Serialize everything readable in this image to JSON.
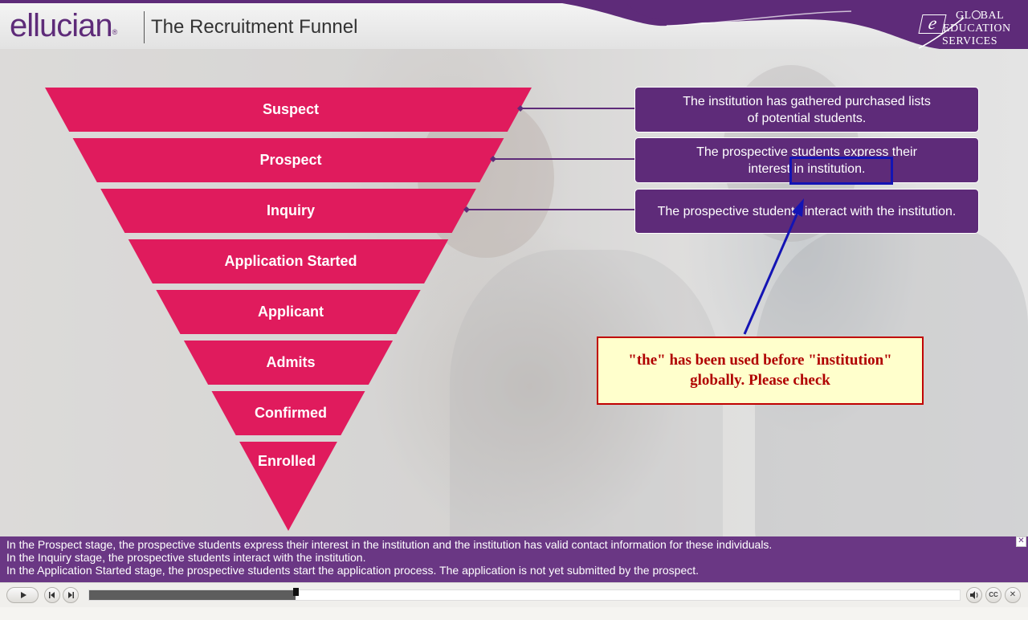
{
  "header": {
    "logo": "ellucian",
    "logo_mark": "®",
    "title": "The Recruitment Funnel",
    "brand": {
      "icon_letter": "e",
      "line1_a": "GL",
      "line1_b": "BAL",
      "line2": "EDUCATION",
      "line3": "SERVICES"
    }
  },
  "funnel": {
    "stages": [
      {
        "label": "Suspect"
      },
      {
        "label": "Prospect"
      },
      {
        "label": "Inquiry"
      },
      {
        "label": "Application Started"
      },
      {
        "label": "Applicant"
      },
      {
        "label": "Admits"
      },
      {
        "label": "Confirmed"
      },
      {
        "label": "Enrolled"
      }
    ],
    "color": "#e01b5d"
  },
  "notes": [
    {
      "line1": "The institution has gathered purchased lists",
      "line2": "of potential students."
    },
    {
      "line1": "The prospective students express their",
      "line2": "interest in institution."
    },
    {
      "line1": "The prospective students interact with the institution.",
      "line2": ""
    }
  ],
  "review_callout": {
    "line1": "\"the\" has been used before \"institution\"",
    "line2": "globally. Please check"
  },
  "captions": [
    "In the Prospect stage, the prospective students express their interest in the institution and the institution has valid contact information for these individuals.",
    "In the Inquiry stage, the prospective students interact with the institution.",
    "In the Application Started stage, the prospective students start the application process. The application is not yet submitted by the prospect."
  ],
  "caption_close": "✕",
  "player": {
    "progress": 0.237,
    "play_icon": "play-icon",
    "prev_icon": "skip-back-icon",
    "next_icon": "skip-forward-icon",
    "volume_icon": "volume-icon",
    "cc_label": "CC",
    "close_label": "✕"
  },
  "colors": {
    "brand_purple": "#5e2b79",
    "funnel_pink": "#e01b5d",
    "callout_red": "#c00000",
    "highlight_blue": "#1414b4"
  }
}
